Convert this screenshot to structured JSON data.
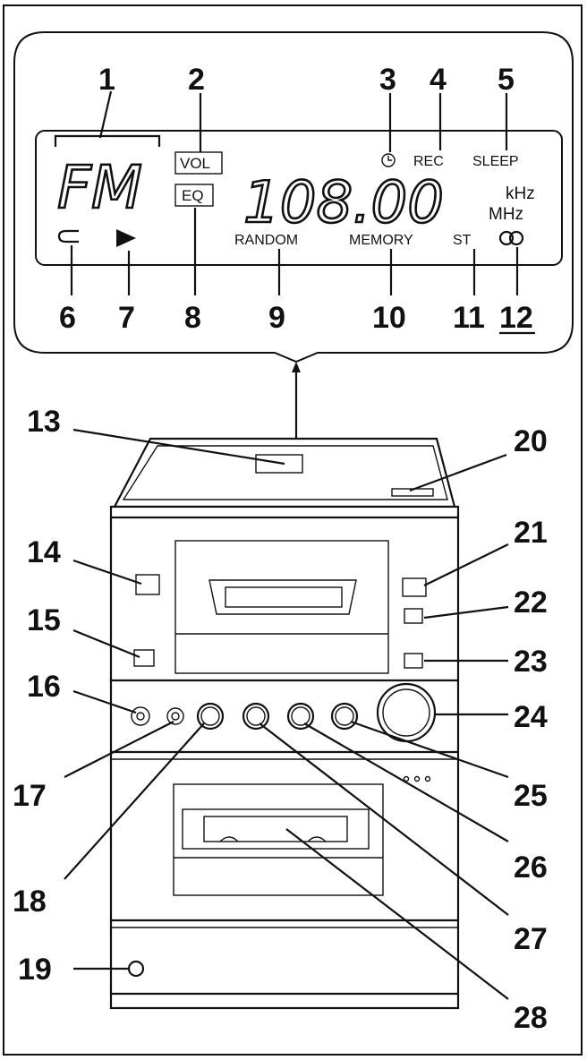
{
  "display": {
    "band": "FM",
    "frequency": "108.00",
    "units": {
      "khz": "kHz",
      "mhz": "MHz"
    },
    "indicators": {
      "vol": "VOL",
      "eq": "EQ",
      "rec": "REC",
      "sleep": "SLEEP",
      "random": "RANDOM",
      "memory": "MEMORY",
      "stereo": "ST"
    }
  },
  "callouts": {
    "n1": "1",
    "n2": "2",
    "n3": "3",
    "n4": "4",
    "n5": "5",
    "n6": "6",
    "n7": "7",
    "n8": "8",
    "n9": "9",
    "n10": "10",
    "n11": "11",
    "n12": "12",
    "n13": "13",
    "n14": "14",
    "n15": "15",
    "n16": "16",
    "n17": "17",
    "n18": "18",
    "n19": "19",
    "n20": "20",
    "n21": "21",
    "n22": "22",
    "n23": "23",
    "n24": "24",
    "n25": "25",
    "n26": "26",
    "n27": "27",
    "n28": "28"
  },
  "icons": {
    "timer": "clock-icon",
    "repeat": "repeat-icon",
    "play": "play-icon",
    "stereo_link": "stereo-rings-icon"
  }
}
